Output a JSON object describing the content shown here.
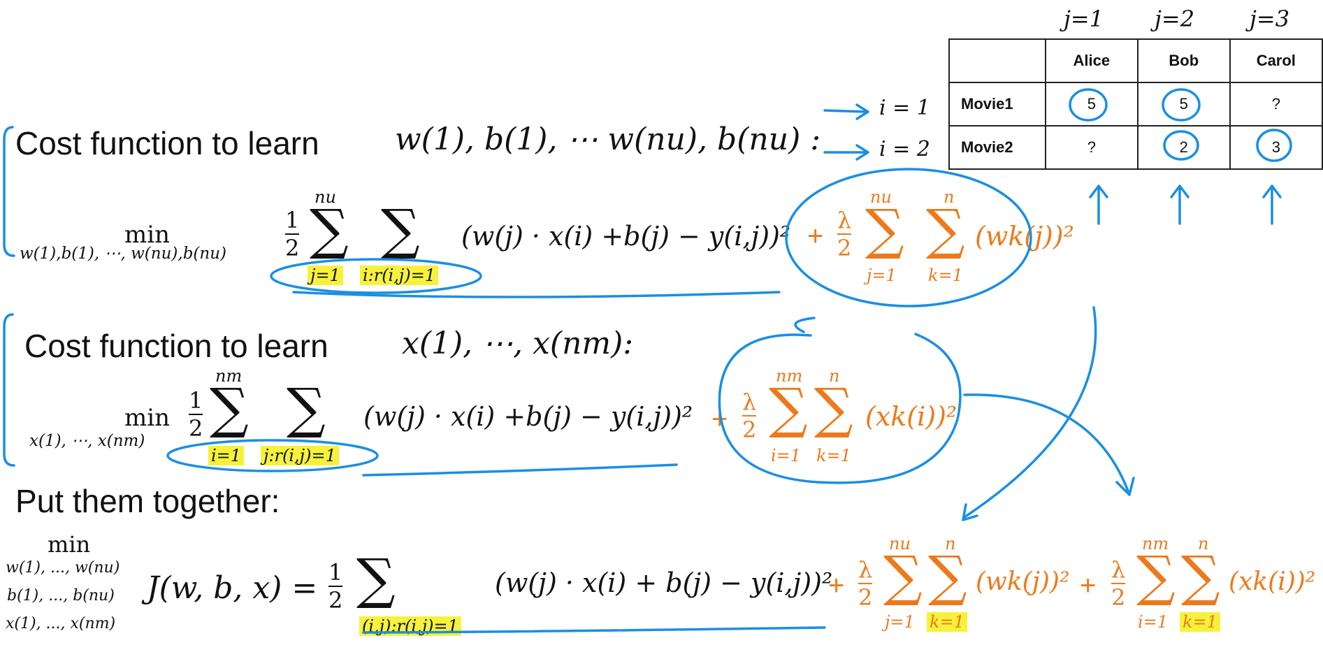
{
  "headings": {
    "cost_w": "Cost function to learn",
    "cost_x": "Cost function to learn",
    "together": "Put them together:"
  },
  "math": {
    "params_w": "w(1), b(1), ⋯ w(nu), b(nu) :",
    "params_x": "x(1), ⋯, x(nm):",
    "min_label": "min",
    "min_w_sub": "w(1),b(1), ⋯, w(nu),b(nu)",
    "min_x_sub": "x(1), ⋯, x(nm)",
    "min_all_sub": [
      "w(1), ..., w(nu)",
      "b(1), ..., b(nu)",
      "x(1), ..., x(nm)"
    ],
    "half": "1",
    "two": "2",
    "lambda": "λ",
    "sigma": "∑",
    "nu": "nu",
    "nm": "nm",
    "n": "n",
    "j_eq_1": "j=1",
    "i_eq_1": "i=1",
    "k_eq_1": "k=1",
    "i_r_ij": "i:r(i,j)=1",
    "j_r_ij": "j:r(i,j)=1",
    "ij_r_ij": "(i,j):r(i,j)=1",
    "error_term": "(w(j) · x(i) +b(j) − y(i,j))²",
    "error_term_all": "(w(j) · x(i) + b(j) − y(i,j))²",
    "reg_w": "(wk(j))²",
    "reg_x": "(xk(i))²",
    "plus": "+",
    "j_func": "J(w, b, x) =",
    "squared": "2"
  },
  "table": {
    "col_labels": [
      "j=1",
      "j=2",
      "j=3"
    ],
    "row_labels": [
      "i = 1",
      "i = 2"
    ],
    "header": [
      "",
      "Alice",
      "Bob",
      "Carol"
    ],
    "rows": [
      [
        "Movie1",
        "5",
        "5",
        "?"
      ],
      [
        "Movie2",
        "?",
        "2",
        "3"
      ]
    ]
  },
  "colors": {
    "ink": "#111111",
    "regularization": "#ec7a1c",
    "annotation": "#1a8fe3",
    "highlight": "#f6f23b"
  }
}
